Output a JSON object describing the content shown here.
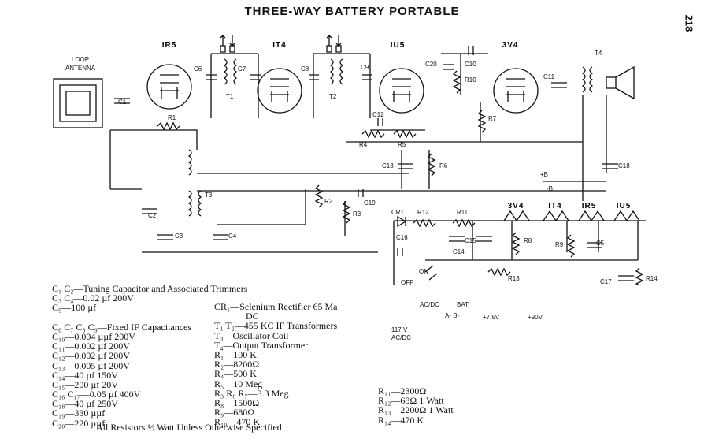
{
  "title": "THREE-WAY BATTERY PORTABLE",
  "page_number": "218",
  "schematic": {
    "antenna": [
      "LOOP",
      "ANTENNA"
    ],
    "tubes": [
      "IR5",
      "IT4",
      "IU5",
      "3V4"
    ],
    "filament_tubes": [
      "3V4",
      "IT4",
      "IR5",
      "IU5"
    ],
    "labels": {
      "c1": "C1",
      "c2": "C2",
      "c3": "C3",
      "c4": "C4",
      "c5": "C5",
      "c6": "C6",
      "c7": "C7",
      "c8": "C8",
      "c9": "C9",
      "c10": "C10",
      "c11": "C11",
      "c12": "C12",
      "c13": "C13",
      "c14": "C14",
      "c15": "C15",
      "c16": "C16",
      "c17": "C17",
      "c18": "C18",
      "c19": "C19",
      "c20": "C20",
      "r1": "R1",
      "r2": "R2",
      "r3": "R3",
      "r4": "R4",
      "r5": "R5",
      "r6": "R6",
      "r7": "R7",
      "r8": "R8",
      "r9": "R9",
      "r10": "R10",
      "r11": "R11",
      "r12": "R12",
      "r13": "R13",
      "r14": "R14",
      "t1": "T1",
      "t2": "T2",
      "t3": "T3",
      "t4": "T4",
      "cr1": "CR1",
      "plus_b": "+B",
      "minus_b": "-B",
      "on": "ON",
      "off": "OFF",
      "acdc": "AC/DC",
      "bat": "BAT.",
      "a_b": "A- B-",
      "v75": "+7.5V",
      "v90": "+90V",
      "mains_v": "117 V",
      "mains_t": "AC/DC"
    }
  },
  "legend": {
    "col1": [
      "C₁ C₂—Tuning Capacitor and Associated Trimmers",
      "C₃ C₄—0.02 µf 200V",
      "C₅—100 µf",
      "",
      "C₆ C₇ C₈ C₉—Fixed IF Capacitances",
      "C₁₀—0.004 µµf 200V",
      "C₁₁—0.002 µf 200V",
      "C₁₂—0.002 µf 200V",
      "C₁₃—0.005 µf 200V",
      "C₁₄—40 µf 150V",
      "C₁₅—200 µf 20V",
      "C₁₆ C₁₇—0.05 µf 400V",
      "C₁₈—40 µf 250V",
      "C₁₉—330 µµf",
      "C₂₀—220 µµf"
    ],
    "footer": "All Resistors ½ Watt Unless Otherwise Specified",
    "col2": [
      "CR₁—Selenium Rectifier 65 Ma",
      "DC",
      "T₁ T₂—455 KC IF Transformers",
      "T₃—Oscillator Coil",
      "T₄—Output Transformer",
      "R₁—100 K",
      "R₂—8200Ω",
      "R₄—500 K",
      "R₅—10 Meg",
      "R₃ R₆ R₇—3.3 Meg",
      "R₈—1500Ω",
      "R₉—680Ω",
      "R₁₀—470 K"
    ],
    "col3": [
      "R₁₁—2300Ω",
      "R₁₂—68Ω 1 Watt",
      "R₁₃—2200Ω 1 Watt",
      "R₁₄—470 K"
    ]
  }
}
